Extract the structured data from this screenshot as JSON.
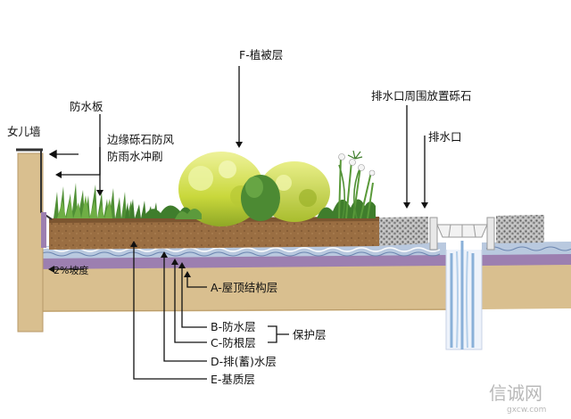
{
  "labels": {
    "parapet": "女儿墙",
    "waterproof_board": "防水板",
    "edge_gravel_line1": "边缘砾石防风",
    "edge_gravel_line2": "防雨水冲刷",
    "vegetation": "F-植被层",
    "drain_gravel": "排水口周围放置砾石",
    "drain": "排水口",
    "slope": "2%坡度",
    "roof_structure": "A-屋顶结构层",
    "waterproof_layer": "B-防水层",
    "root_barrier": "C-防根层",
    "protection": "保护层",
    "drainage_layer": "D-排(蓄)水层",
    "substrate": "E-基质层"
  },
  "watermark": {
    "text": "信诚网",
    "url": "gxcw.com"
  },
  "colors": {
    "roof": "#d9bf8f",
    "substrate": "#9a6e42",
    "waterproof": "#9c7fb0",
    "drainage": "#b9c9df",
    "plant_dark": "#3f7d2c",
    "plant_light": "#d7e24c",
    "gravel": "#8a8a8a"
  }
}
